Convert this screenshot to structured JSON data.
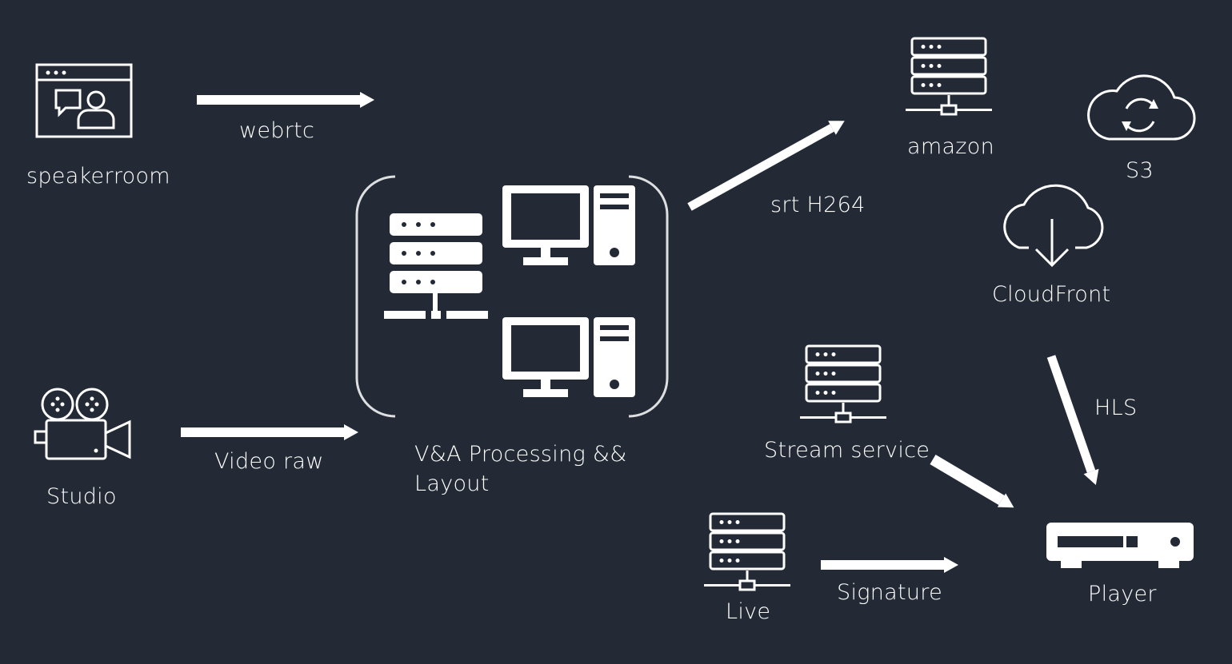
{
  "diagram": {
    "nodes": {
      "speakerroom": {
        "label": "speakerroom",
        "icon": "video-call-window-icon"
      },
      "studio": {
        "label": "Studio",
        "icon": "movie-camera-icon"
      },
      "processing": {
        "label": "V&A Processing && Layout",
        "icon": "server-and-computers-icon"
      },
      "amazon": {
        "label": "amazon",
        "icon": "server-rack-icon"
      },
      "s3": {
        "label": "S3",
        "icon": "cloud-sync-icon"
      },
      "cloudfront": {
        "label": "CloudFront",
        "icon": "cloud-download-icon"
      },
      "stream_service": {
        "label": "Stream service",
        "icon": "server-rack-icon"
      },
      "live": {
        "label": "Live",
        "icon": "server-rack-icon"
      },
      "player": {
        "label": "Player",
        "icon": "media-player-device-icon"
      }
    },
    "edges": {
      "webrtc": {
        "label": "webrtc",
        "from": "speakerroom",
        "to": "processing"
      },
      "video_raw": {
        "label": "Video raw",
        "from": "studio",
        "to": "processing"
      },
      "srt": {
        "label": "srt H264",
        "from": "processing",
        "to": "amazon"
      },
      "hls": {
        "label": "HLS",
        "from": "cloudfront",
        "to": "player"
      },
      "stream": {
        "label": "",
        "from": "stream_service",
        "to": "player"
      },
      "signature": {
        "label": "Signature",
        "from": "live",
        "to": "player"
      }
    },
    "colors": {
      "background": "#232a35",
      "foreground": "#ffffff"
    }
  }
}
